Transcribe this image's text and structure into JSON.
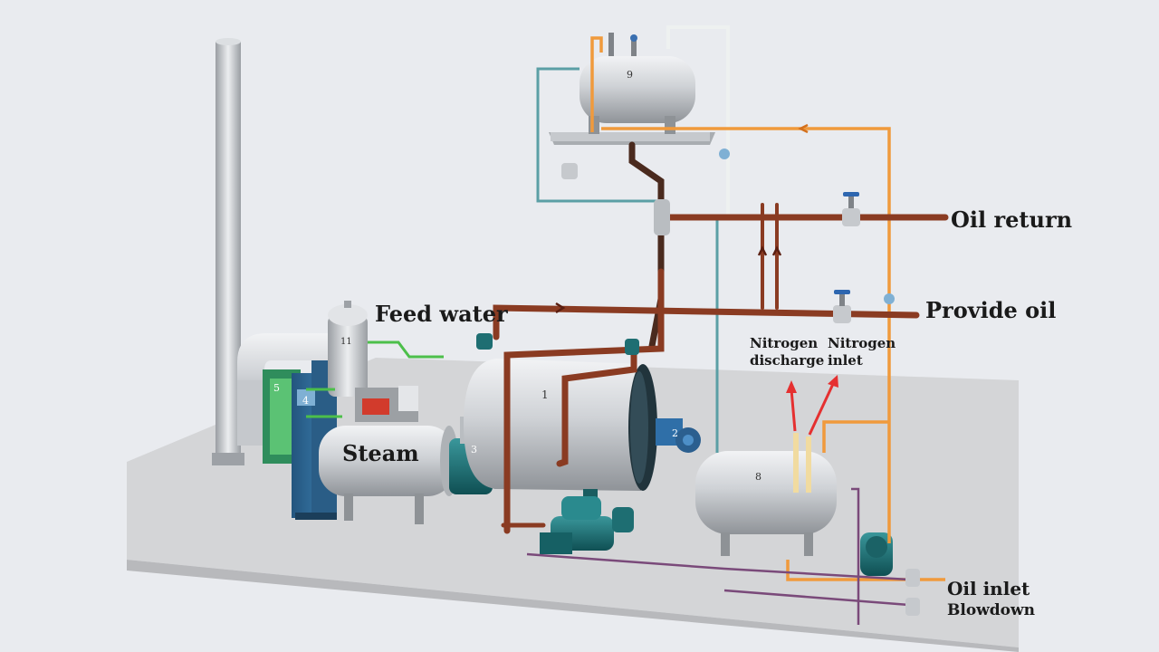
{
  "labels": {
    "oil_return": "Oil return",
    "provide_oil": "Provide oil",
    "feed_water": "Feed water",
    "steam": "Steam",
    "nitrogen_discharge_1": "Nitrogen",
    "nitrogen_discharge_2": "discharge",
    "nitrogen_inlet_1": "Nitrogen",
    "nitrogen_inlet_2": "inlet",
    "oil_inlet": "Oil inlet",
    "blowdown": "Blowdown"
  },
  "component_numbers": {
    "boiler": "1",
    "burner": "2",
    "blower": "3",
    "control_cabinet": "4",
    "economizer": "5",
    "storage_tank": "8",
    "expansion_tank": "9",
    "separator": "11"
  },
  "colors": {
    "background": "#e9ebef",
    "floor": "#d3d4d6",
    "oil_pipe": "#8a3b22",
    "orange_pipe": "#f09a3c",
    "teal_pipe": "#5b9fa5",
    "steel": "#c9ccd0",
    "equipment_teal": "#1e6e72",
    "cabinet_blue": "#2f6a98",
    "green_pipe": "#4cbf4a",
    "purple_pipe": "#7a4a7a",
    "arrow_red": "#e53030"
  }
}
